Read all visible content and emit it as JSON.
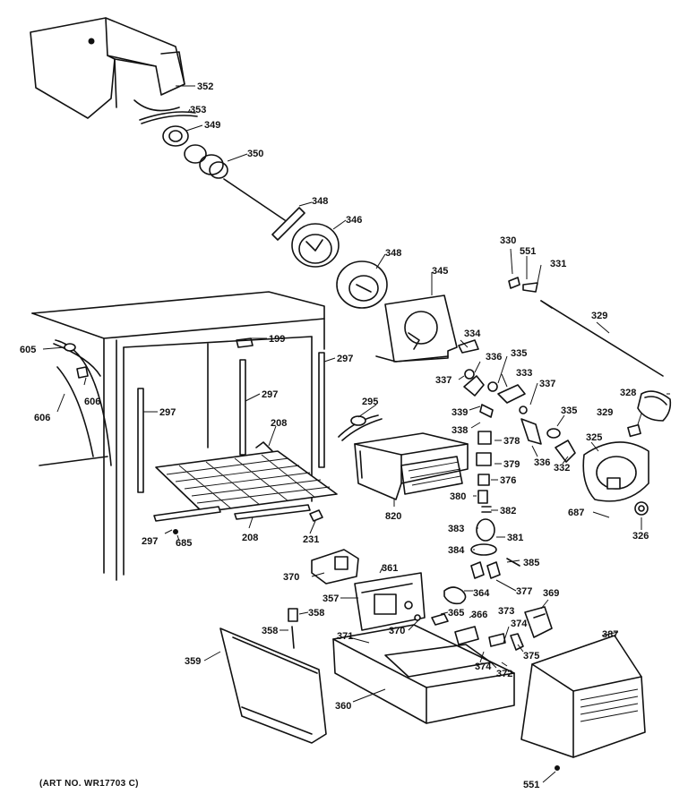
{
  "diagram": {
    "art_number": "(ART NO. WR17703 C)",
    "callouts": {
      "c352": "352",
      "c353": "353",
      "c349": "349",
      "c350": "350",
      "c348a": "348",
      "c346": "346",
      "c348b": "348",
      "c345": "345",
      "c330": "330",
      "c551a": "551",
      "c331": "331",
      "c329a": "329",
      "c328": "328",
      "c329b": "329",
      "c334": "334",
      "c336a": "336",
      "c335a": "335",
      "c337a": "337",
      "c333": "333",
      "c337b": "337",
      "c339": "339",
      "c338": "338",
      "c335b": "335",
      "c325": "325",
      "c336b": "336",
      "c332": "332",
      "c378": "378",
      "c379": "379",
      "c376": "376",
      "c380": "380",
      "c382": "382",
      "c383": "383",
      "c381": "381",
      "c384": "384",
      "c385a": "385",
      "c377": "377",
      "c687": "687",
      "c326": "326",
      "c605": "605",
      "c606a": "606",
      "c606b": "606",
      "c199": "199",
      "c297a": "297",
      "c297b": "297",
      "c297c": "297",
      "c297d": "297",
      "c295": "295",
      "c208a": "208",
      "c208b": "208",
      "c685": "685",
      "c231": "231",
      "c820": "820",
      "c361": "361",
      "c370a": "370",
      "c357": "357",
      "c364": "364",
      "c369": "369",
      "c358a": "358",
      "c358b": "358",
      "c370b": "370",
      "c365": "365",
      "c366": "366",
      "c373": "373",
      "c374a": "374",
      "c371": "371",
      "c374b": "374",
      "c372": "372",
      "c375": "375",
      "c387": "387",
      "c359": "359",
      "c360": "360",
      "c551b": "551"
    }
  }
}
